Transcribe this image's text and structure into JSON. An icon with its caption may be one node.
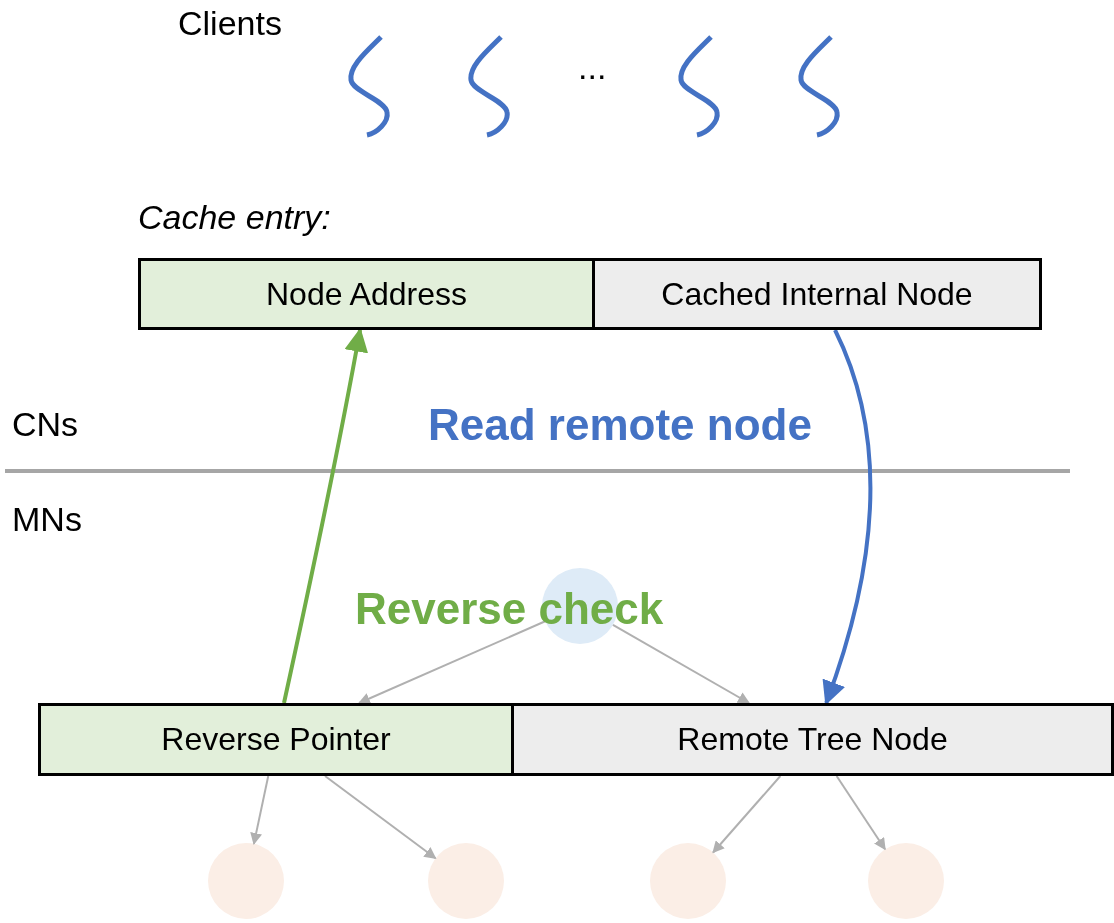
{
  "diagram": {
    "nodes": [
      {
        "text": [
          "Node Address"
        ]
      },
      {
        "text": [
          "Cached Internal Node"
        ]
      },
      {
        "text": [
          "Reverse Pointer"
        ]
      },
      {
        "text": [
          "Remote Tree Node"
        ]
      },
      {
        "text": [],
        "shape": "circle"
      },
      {
        "text": [],
        "shape": "circle"
      },
      {
        "text": [],
        "shape": "circle"
      },
      {
        "text": [],
        "shape": "circle"
      },
      {
        "text": [],
        "shape": "circle"
      }
    ],
    "edges": [
      {
        "from": 2,
        "to": 0,
        "arrow": "to",
        "label": "Reverse check",
        "style": "thick",
        "color": "#70ad47"
      },
      {
        "from": 1,
        "to": 3,
        "arrow": "to",
        "label": "Read remote node",
        "style": "thick",
        "color": "#4472c4"
      },
      {
        "from": 4,
        "to": 2,
        "arrow": "to"
      },
      {
        "from": 4,
        "to": 3,
        "arrow": "to"
      },
      {
        "from": 2,
        "to": 5,
        "arrow": "to"
      },
      {
        "from": 2,
        "to": 6,
        "arrow": "to"
      },
      {
        "from": 3,
        "to": 7,
        "arrow": "to"
      },
      {
        "from": 3,
        "to": 8,
        "arrow": "to"
      }
    ],
    "labels": [
      "Clients",
      "...",
      "Cache entry:",
      "CNs",
      "MNs"
    ]
  }
}
